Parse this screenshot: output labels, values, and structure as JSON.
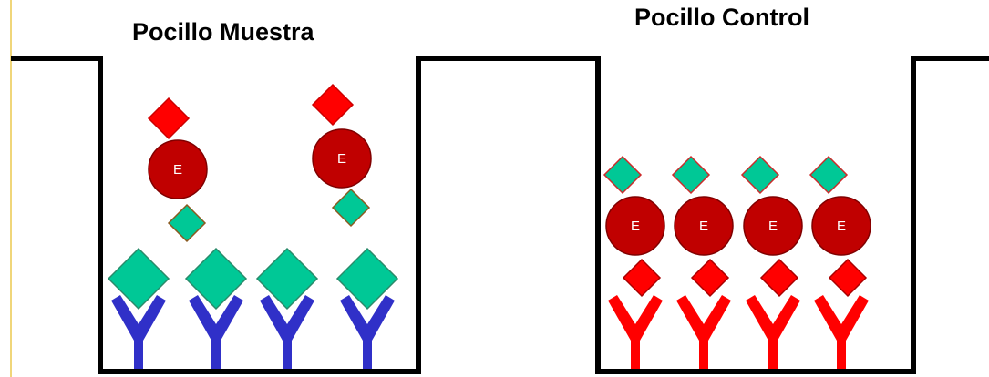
{
  "wells": {
    "sample": {
      "title": "Pocillo Muestra",
      "antibody_color": "#3030c8",
      "bound_antigen_color": "#00c896",
      "free_enzyme_complexes": 2
    },
    "control": {
      "title": "Pocillo Control",
      "antibody_color": "#ff0000",
      "bound_antigen_color": "#ff0000",
      "top_antigen_color": "#00c896"
    }
  },
  "enzyme": {
    "label": "E",
    "fill_color": "#c00000",
    "stroke_color": "#800000"
  },
  "colors": {
    "well_outline": "#000000",
    "red_antigen": "#ff0000",
    "green_antigen": "#00c896",
    "left_accent": "#f0d67a"
  }
}
